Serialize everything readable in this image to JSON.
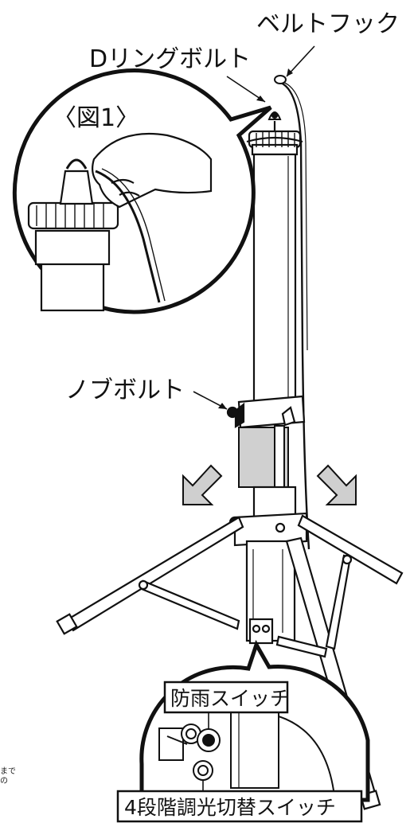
{
  "labels": {
    "belt_hook": "ベルトフック",
    "d_ring_bolt": "Dリングボルト",
    "figure_1": "〈図1〉",
    "knob_bolt": "ノブボルト",
    "rainproof_switch": "防雨スイッチ",
    "dimmer_switch": "4段階調光切替スイッチ",
    "cut_text_1": "まで",
    "cut_text_2": "の"
  },
  "colors": {
    "line": "#111111",
    "arrow_fill": "#cfcfcf",
    "gray_band": "#d0d0d0",
    "background": "#ffffff"
  },
  "icons": [
    "down-left-arrow-icon",
    "down-right-arrow-icon"
  ]
}
